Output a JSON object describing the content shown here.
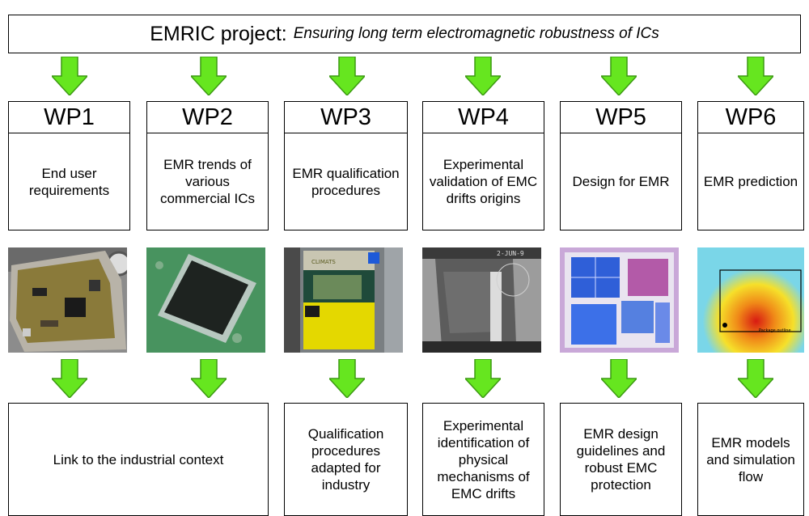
{
  "title": {
    "main": "EMRIC project:",
    "subtitle": "Ensuring long term electromagnetic robustness of ICs"
  },
  "work_packages": [
    {
      "id": "WP1",
      "description": "End user requirements"
    },
    {
      "id": "WP2",
      "description": "EMR trends of various commercial ICs"
    },
    {
      "id": "WP3",
      "description": "EMR qualification procedures"
    },
    {
      "id": "WP4",
      "description": "Experimental validation of EMC drifts origins"
    },
    {
      "id": "WP5",
      "description": "Design for EMR"
    },
    {
      "id": "WP6",
      "description": "EMR prediction"
    }
  ],
  "outcomes": [
    {
      "text": "Link to the industrial context"
    },
    {
      "text": "Qualification procedures adapted for industry"
    },
    {
      "text": "Experimental identification of physical mechanisms of EMC drifts"
    },
    {
      "text": "EMR design guidelines and robust EMC protection"
    },
    {
      "text": "EMR models and simulation flow"
    }
  ],
  "photos": [
    {
      "subject": "electronic control unit board"
    },
    {
      "subject": "QFP integrated circuit"
    },
    {
      "subject": "climatic test chamber",
      "label": "CLIMATS"
    },
    {
      "subject": "electron microscope image",
      "label": "2-JUN-9"
    },
    {
      "subject": "IC layout"
    },
    {
      "subject": "emission map",
      "label": "Package outline"
    }
  ],
  "colors": {
    "arrow": "#66e61f",
    "arrow_edge": "#3c9a12",
    "border": "#000000"
  }
}
